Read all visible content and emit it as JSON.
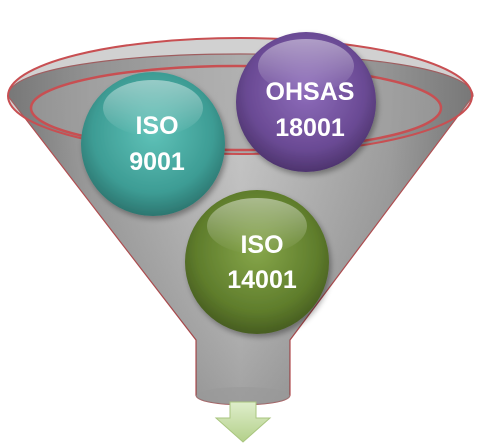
{
  "diagram": {
    "circles": [
      {
        "id": "iso-9001",
        "line1": "ISO",
        "line2": "9001",
        "color": "#3d9c94"
      },
      {
        "id": "ohsas-18001",
        "line1": "OHSAS",
        "line2": "18001",
        "color": "#6a4a94"
      },
      {
        "id": "iso-14001",
        "line1": "ISO",
        "line2": "14001",
        "color": "#5f7d2c"
      }
    ],
    "funnel_color": "#8e8e8e",
    "rim_color": "#c84f52",
    "arrow_color": "#c8dfa9",
    "arrow_icon": "down-arrow-icon"
  }
}
